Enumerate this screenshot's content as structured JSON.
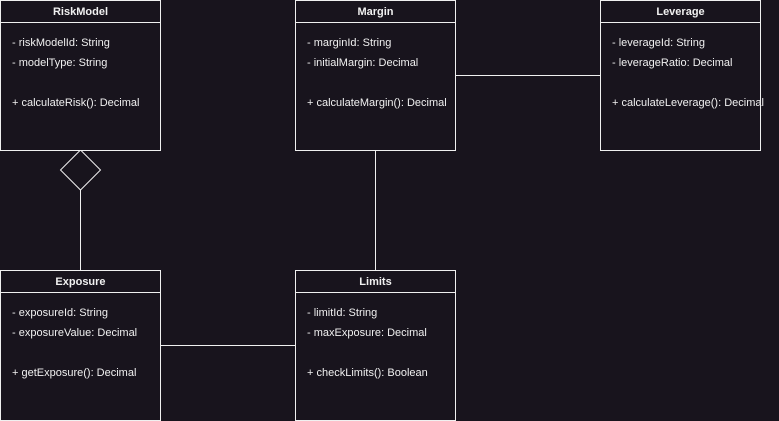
{
  "colors": {
    "background": "#18141d",
    "stroke": "#f0f0f0",
    "text": "#f0f0f0"
  },
  "classes": {
    "riskmodel": {
      "name": "RiskModel",
      "attributes": [
        "- riskModelId: String",
        "- modelType: String"
      ],
      "methods": [
        "+ calculateRisk(): Decimal"
      ]
    },
    "margin": {
      "name": "Margin",
      "attributes": [
        "- marginId: String",
        "- initialMargin: Decimal"
      ],
      "methods": [
        "+ calculateMargin(): Decimal"
      ]
    },
    "leverage": {
      "name": "Leverage",
      "attributes": [
        "- leverageId: String",
        "- leverageRatio: Decimal"
      ],
      "methods": [
        "+ calculateLeverage(): Decimal"
      ]
    },
    "exposure": {
      "name": "Exposure",
      "attributes": [
        "- exposureId: String",
        "- exposureValue: Decimal"
      ],
      "methods": [
        "+ getExposure(): Decimal"
      ]
    },
    "limits": {
      "name": "Limits",
      "attributes": [
        "- limitId: String",
        "- maxExposure: Decimal"
      ],
      "methods": [
        "+ checkLimits(): Boolean"
      ]
    }
  },
  "relations": [
    {
      "from": "RiskModel",
      "to": "Exposure",
      "kind": "aggregation"
    },
    {
      "from": "Margin",
      "to": "Leverage",
      "kind": "association"
    },
    {
      "from": "Margin",
      "to": "Limits",
      "kind": "association"
    },
    {
      "from": "Exposure",
      "to": "Limits",
      "kind": "association"
    }
  ]
}
